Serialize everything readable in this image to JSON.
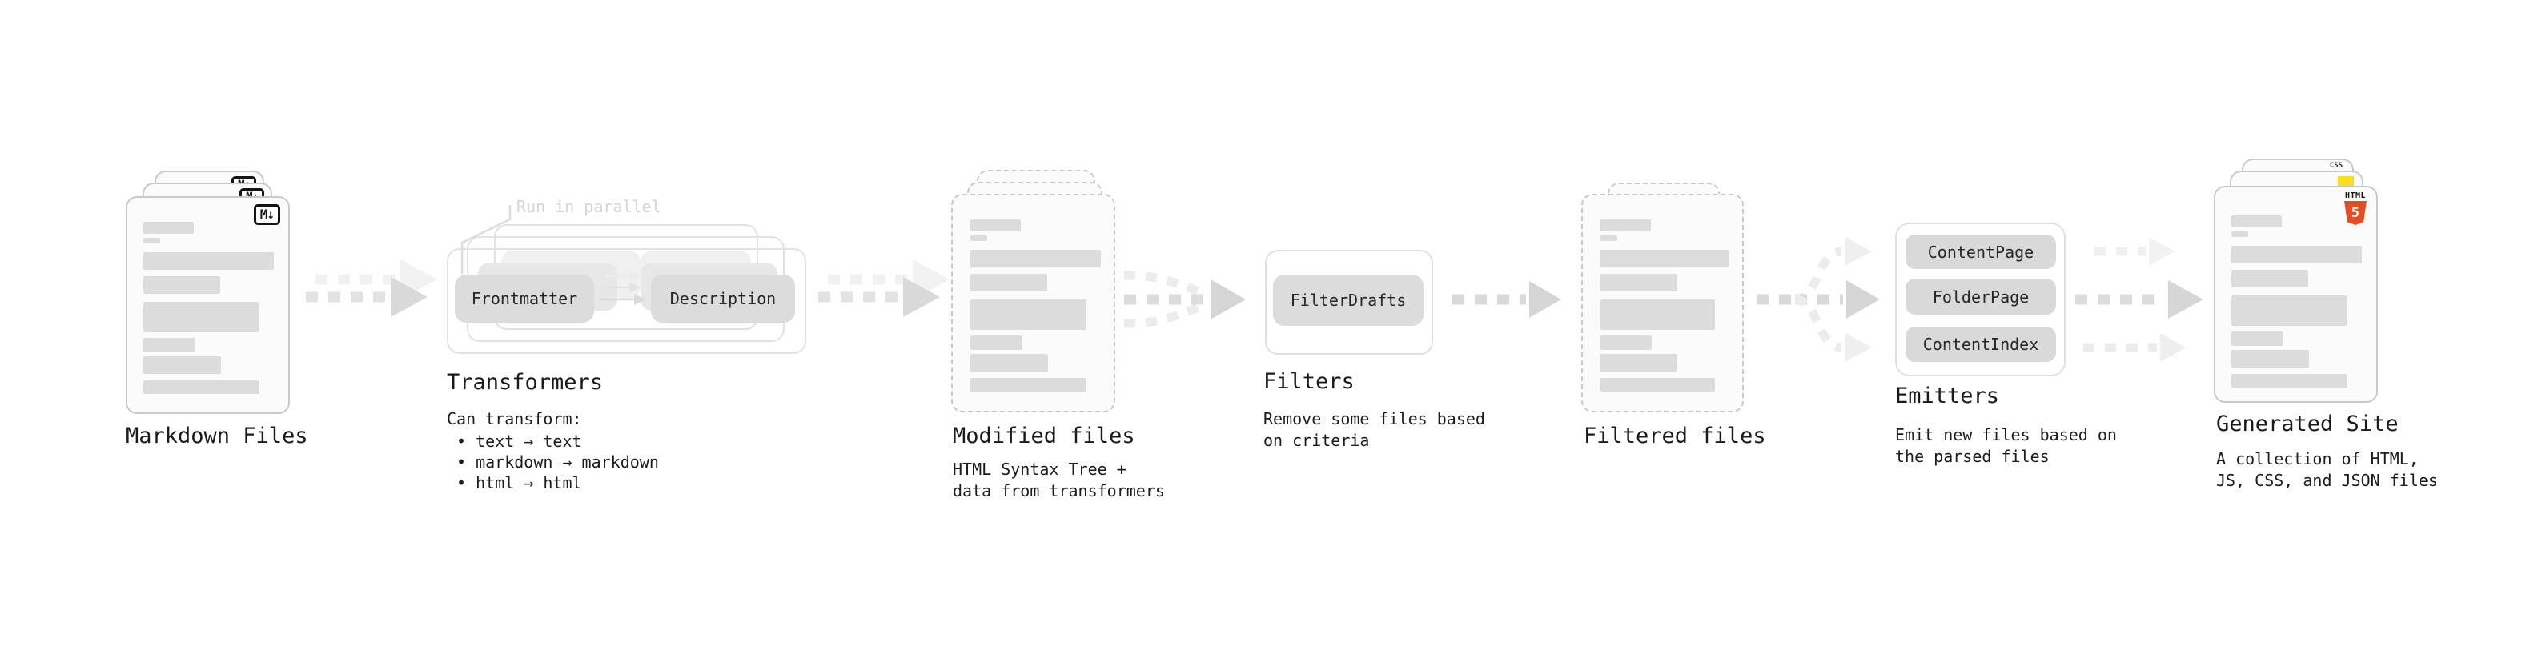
{
  "diagram": {
    "annotation": {
      "run_in_parallel": "Run in parallel"
    },
    "markdown": {
      "title": "Markdown Files",
      "badge": "M↓"
    },
    "transformers": {
      "title": "Transformers",
      "pill_left": "Frontmatter",
      "pill_right": "Description",
      "desc_heading": "Can transform:",
      "bullets": [
        "• text → text",
        "• markdown → markdown",
        "• html → html"
      ]
    },
    "modified": {
      "title": "Modified files",
      "subtitle": [
        "HTML Syntax Tree +",
        "data from transformers"
      ]
    },
    "filters": {
      "title": "Filters",
      "pill": "FilterDrafts",
      "subtitle": [
        "Remove some files based",
        "on criteria"
      ]
    },
    "filtered": {
      "title": "Filtered files"
    },
    "emitters": {
      "title": "Emitters",
      "pills": [
        "ContentPage",
        "FolderPage",
        "ContentIndex"
      ],
      "subtitle": [
        "Emit new files based on",
        "the parsed files"
      ]
    },
    "generated": {
      "title": "Generated Site",
      "badge_css": "CSS",
      "badge_html_label": "HTML",
      "badge_html_number": "5",
      "subtitle": [
        "A collection of HTML,",
        "JS, CSS, and JSON files"
      ]
    },
    "colors": {
      "html5_orange": "#e44d26",
      "js_yellow": "#f7df1e",
      "css_blue": "#2965f1",
      "skeleton_gray": "#dcdcdc",
      "pill_gray": "#dcdcdc",
      "card_border": "#c9c9c9",
      "frame_border": "#e2e2e2",
      "annotation_gray": "#d4d4d4",
      "text_dark": "#1a1a1a"
    }
  }
}
